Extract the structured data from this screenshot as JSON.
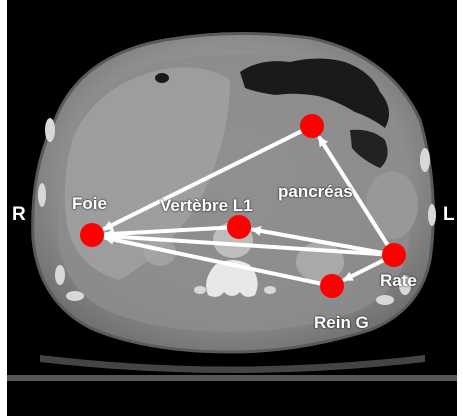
{
  "orientation": {
    "left": "R",
    "right": "L"
  },
  "labels": {
    "foie": "Foie",
    "vertebre": "Vertèbre L1",
    "pancreas": "pancréas",
    "rate": "Rate",
    "rein": "Rein G"
  },
  "colors": {
    "marker": "#ff0000",
    "arrow": "#ffffff",
    "text": "#ffffff",
    "background": "#000000",
    "tissue": "#9a9a9a"
  }
}
